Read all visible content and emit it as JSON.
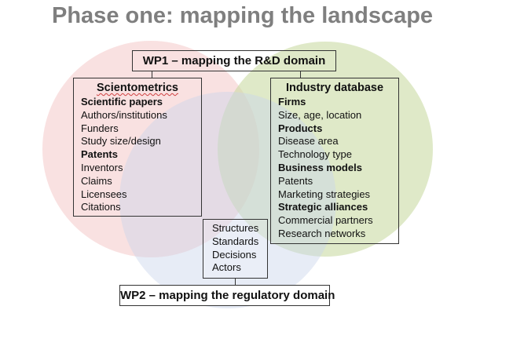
{
  "title": "Phase one: mapping the landscape",
  "wp1": {
    "label": "WP1 – mapping the R&D domain"
  },
  "wp2": {
    "label": "WP2 – mapping the regulatory domain"
  },
  "scientometrics": {
    "heading": "Scientometrics",
    "items": [
      {
        "text": "Scientific papers",
        "bold": true
      },
      {
        "text": "Authors/institutions"
      },
      {
        "text": "Funders"
      },
      {
        "text": "Study size/design"
      },
      {
        "text": "Patents",
        "bold": true
      },
      {
        "text": "Inventors"
      },
      {
        "text": "Claims"
      },
      {
        "text": "Licensees"
      },
      {
        "text": "Citations"
      }
    ]
  },
  "industry": {
    "heading": "Industry database",
    "items": [
      {
        "text": "Firms",
        "bold": true
      },
      {
        "text": "Size, age, location"
      },
      {
        "text": "Products",
        "bold": true
      },
      {
        "text": "Disease area"
      },
      {
        "text": "Technology type"
      },
      {
        "text": "Business models",
        "bold": true
      },
      {
        "text": "Patents"
      },
      {
        "text": "Marketing strategies"
      },
      {
        "text": "Strategic alliances",
        "bold": true
      },
      {
        "text": "Commercial partners"
      },
      {
        "text": "Research networks"
      }
    ]
  },
  "regulatory": {
    "items": [
      {
        "text": "Structures"
      },
      {
        "text": "Standards"
      },
      {
        "text": "Decisions"
      },
      {
        "text": "Actors"
      }
    ]
  },
  "colors": {
    "red_circle": "#f4c9c9",
    "green_circle": "#d3e2b0",
    "blue_circle": "#d2dced",
    "title": "#7f7f7f"
  }
}
